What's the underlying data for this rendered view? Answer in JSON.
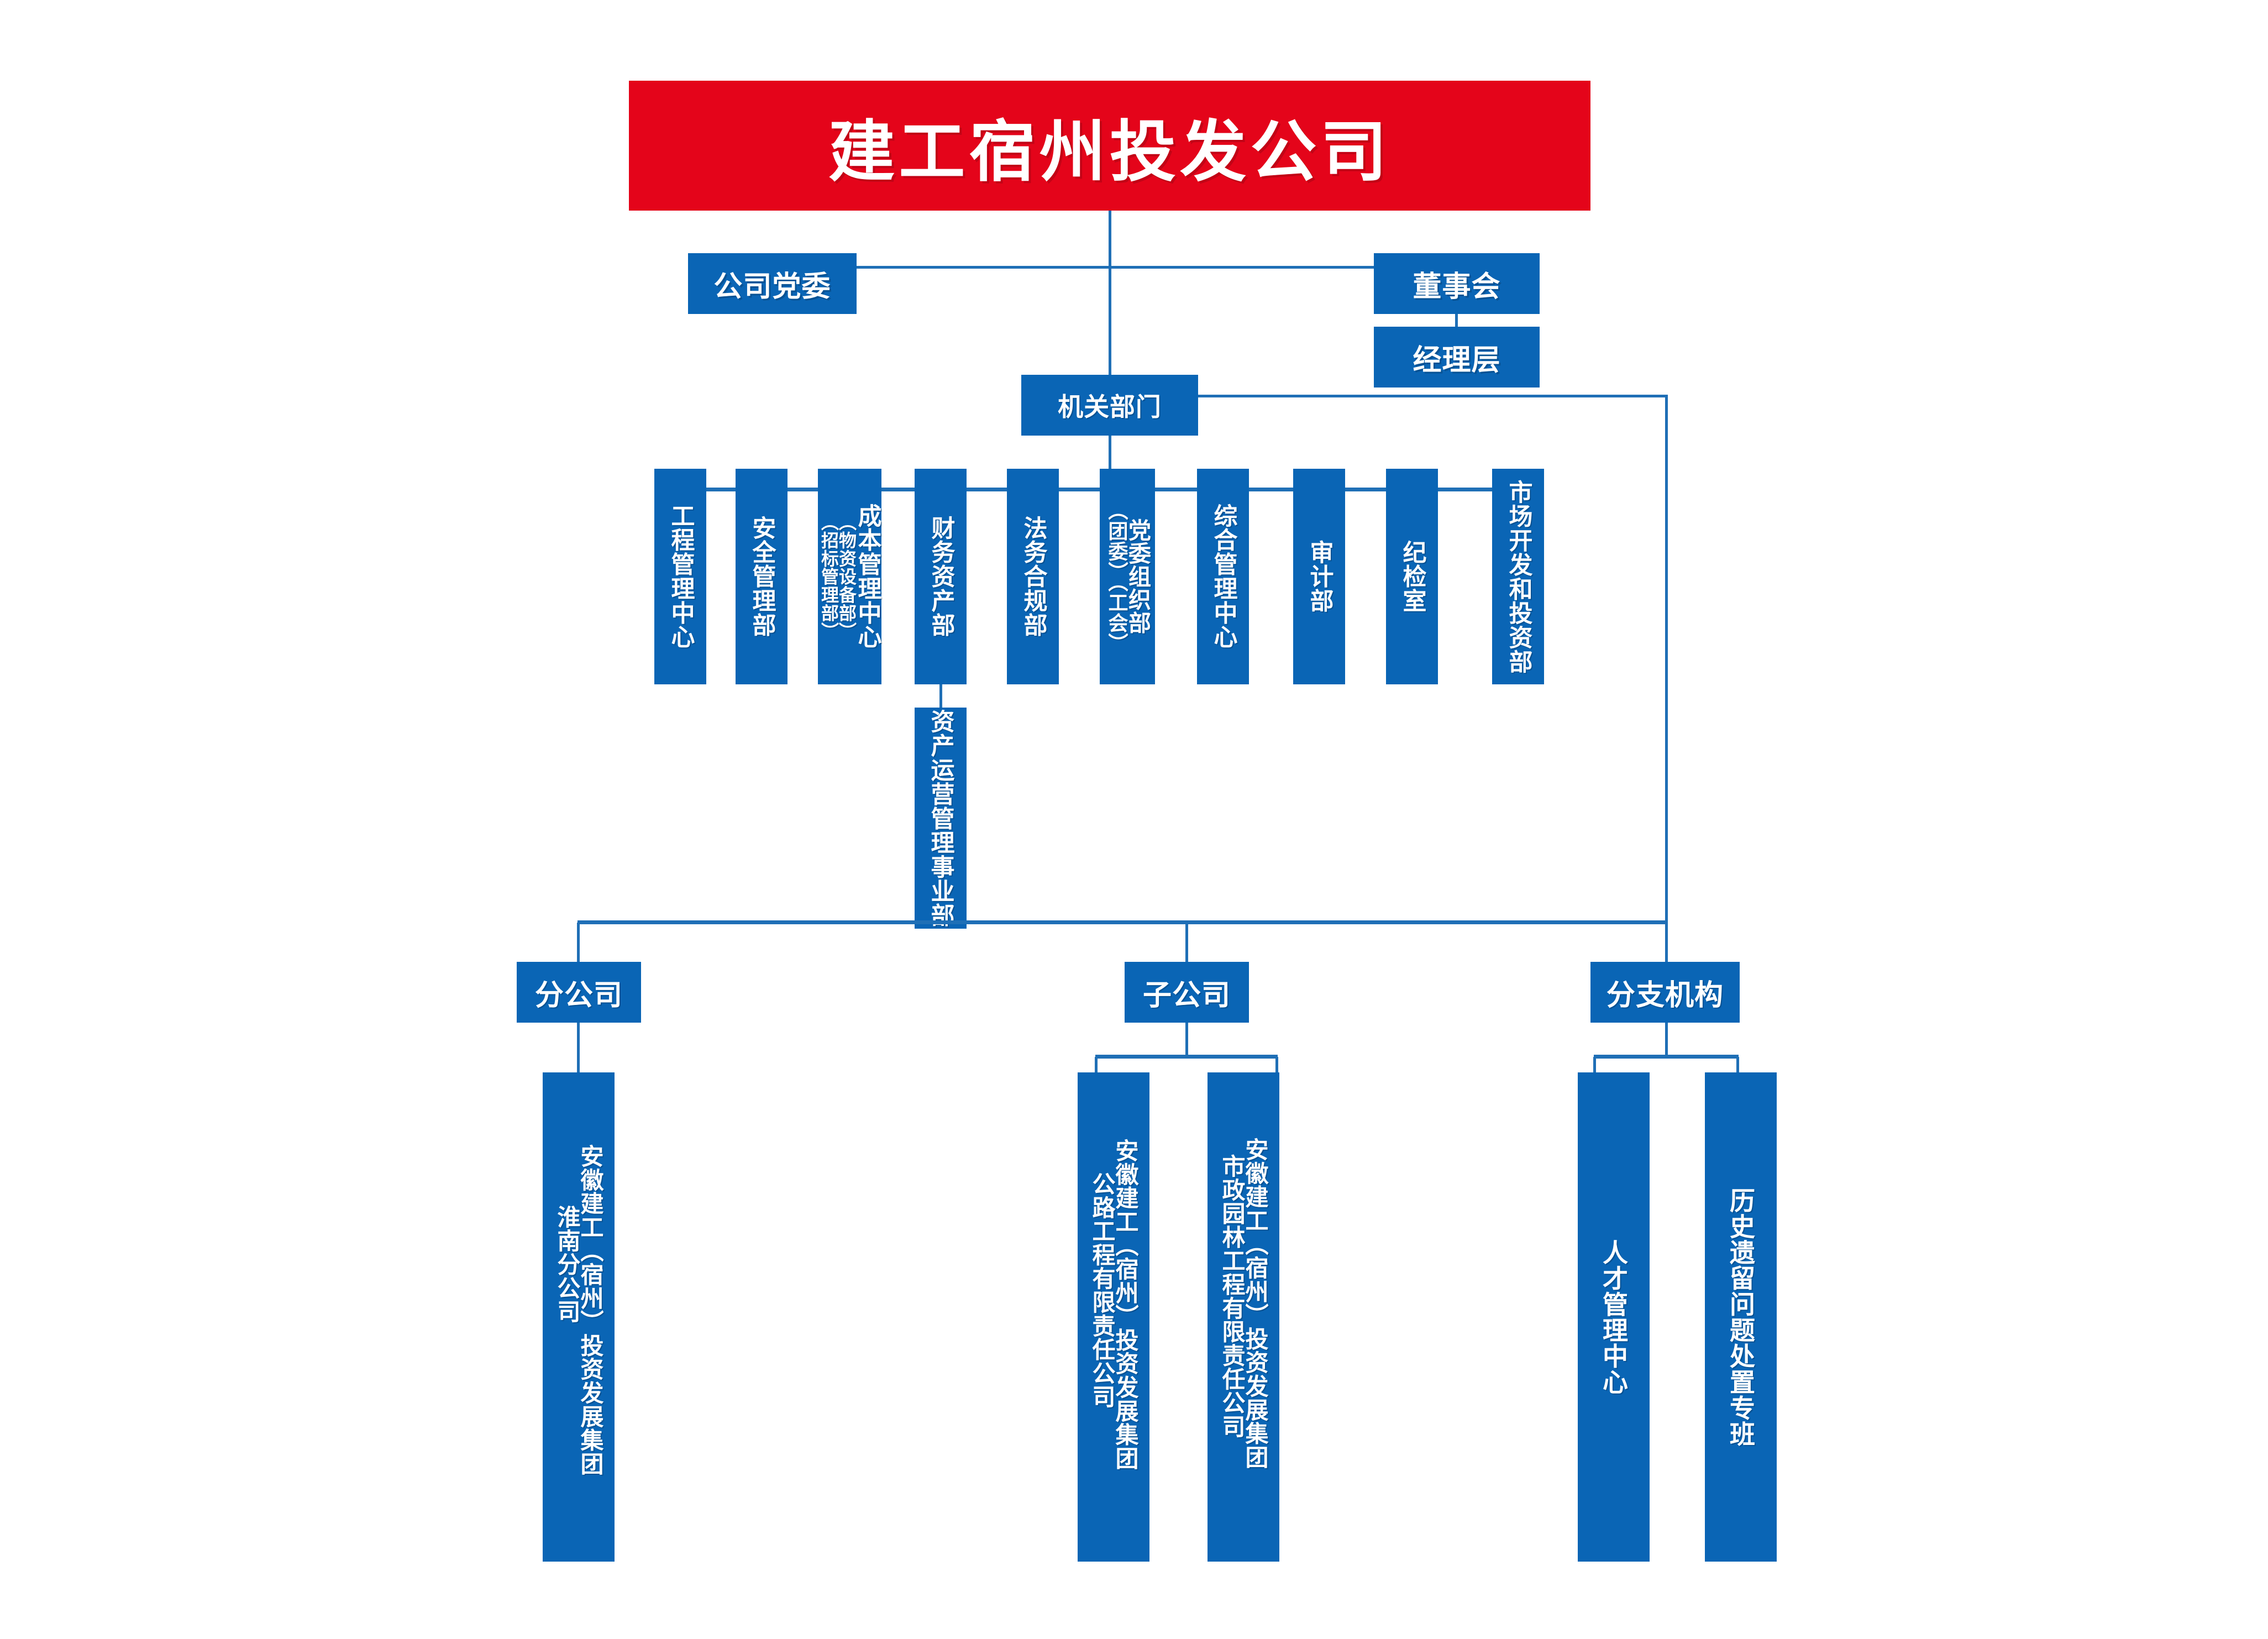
{
  "meta": {
    "kind": "organization-chart",
    "language": "zh-CN",
    "colors": {
      "title_red": "#E4041A",
      "node_blue": "#0A65B5",
      "connector_blue": "#1F6FB6",
      "text_white": "#FFFFFF",
      "background": "#FFFFFF"
    }
  },
  "title": {
    "label": "建工宿州投发公司"
  },
  "level2": {
    "party_committee": "公司党委",
    "board_of_directors": "董事会",
    "management_layer": "经理层"
  },
  "level3": {
    "head_office": "机关部门"
  },
  "departments": [
    {
      "id": "engineering-management-center",
      "lines": [
        "工程管理中心"
      ]
    },
    {
      "id": "safety-management-dept",
      "lines": [
        "安全管理部"
      ]
    },
    {
      "id": "cost-management-center",
      "lines": [
        "成本管理中心",
        "（物资设备部）",
        "（招标管理部）"
      ]
    },
    {
      "id": "finance-assets-dept",
      "lines": [
        "财务资产部"
      ]
    },
    {
      "id": "legal-compliance-dept",
      "lines": [
        "法务合规部"
      ]
    },
    {
      "id": "party-organization-dept",
      "lines": [
        "党委组织部",
        "（团委）（工会）"
      ]
    },
    {
      "id": "comprehensive-management-center",
      "lines": [
        "综合管理中心"
      ]
    },
    {
      "id": "audit-dept",
      "lines": [
        "审计部"
      ]
    },
    {
      "id": "discipline-inspection-office",
      "lines": [
        "纪检室"
      ]
    },
    {
      "id": "market-development-investment-dept",
      "lines": [
        "市场开发和投资部"
      ]
    }
  ],
  "sub_department": {
    "id": "asset-operation-management-division",
    "label": "资产运营管理事业部",
    "parent": "财务资产部"
  },
  "groups": [
    {
      "id": "branch-companies",
      "label": "分公司",
      "children": [
        {
          "id": "huainan-branch",
          "lines": [
            "安徽建工（宿州）投资发展集团",
            "淮南分公司"
          ]
        }
      ]
    },
    {
      "id": "subsidiary-companies",
      "label": "子公司",
      "children": [
        {
          "id": "highway-engineering-co",
          "lines": [
            "安徽建工（宿州）投资发展集团",
            "公路工程有限责任公司"
          ]
        },
        {
          "id": "municipal-landscape-engineering-co",
          "lines": [
            "安徽建工（宿州）投资发展集团",
            "市政园林工程有限责任公司"
          ]
        }
      ]
    },
    {
      "id": "branch-organizations",
      "label": "分支机构",
      "children": [
        {
          "id": "talent-management-center",
          "lines": [
            "人才管理中心"
          ]
        },
        {
          "id": "historical-legacy-issues-task-force",
          "lines": [
            "历史遗留问题处置专班"
          ]
        }
      ]
    }
  ]
}
